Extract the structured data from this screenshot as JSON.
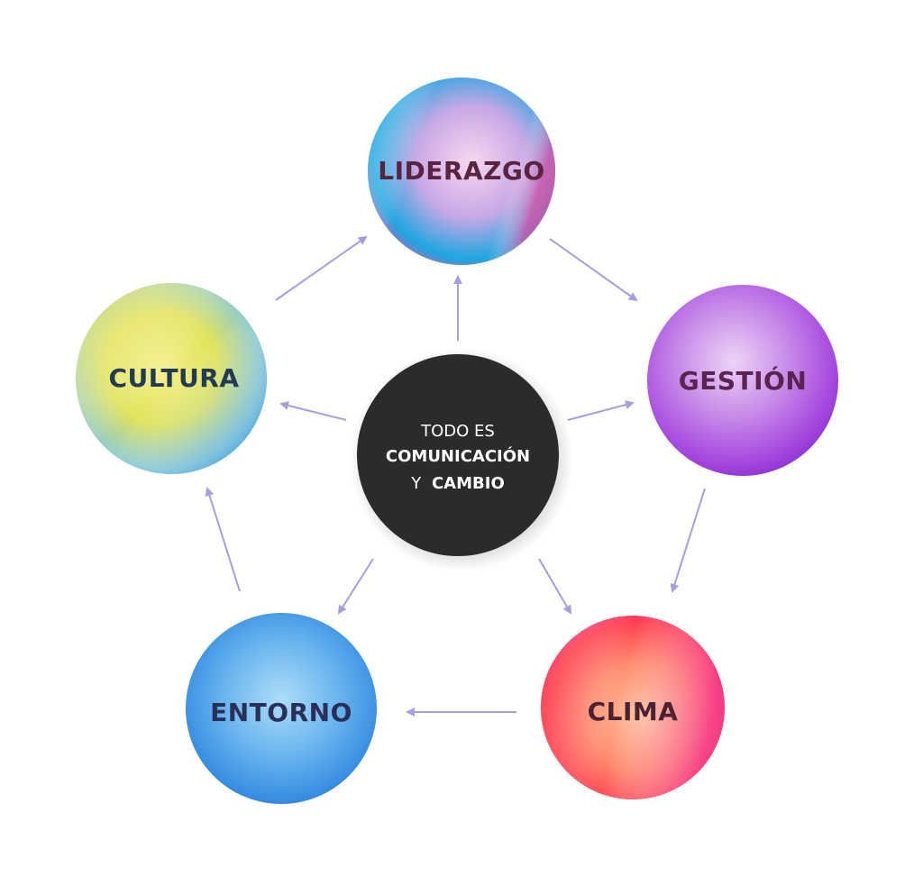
{
  "center": {
    "line1": "TODO ES",
    "line2": "COMUNICACIÓN",
    "line3_prefix": "Y",
    "line3_bold": "CAMBIO",
    "fill": "#2b2b2b"
  },
  "nodes": [
    {
      "id": "liderazgo",
      "label": "LIDERAZGO",
      "text_color": "#5a2340",
      "colors": [
        "#f5d9ef",
        "#c9a8e6",
        "#1ea6e0",
        "#e94fa6"
      ]
    },
    {
      "id": "gestion",
      "label": "GESTIÓN",
      "text_color": "#5a2350",
      "colors": [
        "#ecd4f7",
        "#c78ae8",
        "#a84be0",
        "#8a2fd0"
      ]
    },
    {
      "id": "clima",
      "label": "CLIMA",
      "text_color": "#4a2230",
      "colors": [
        "#ffc2a0",
        "#ff8c6e",
        "#ff3d4f",
        "#f02aa0"
      ]
    },
    {
      "id": "entorno",
      "label": "ENTORNO",
      "text_color": "#2a2f5a",
      "colors": [
        "#aedcf7",
        "#6bb6ef",
        "#3a8fe2",
        "#1f6fd6"
      ]
    },
    {
      "id": "cultura",
      "label": "CULTURA",
      "text_color": "#233a55",
      "colors": [
        "#f5f08a",
        "#dfe35a",
        "#8ccad0",
        "#2f93d8"
      ]
    }
  ],
  "arrow_color": "#a99de0"
}
